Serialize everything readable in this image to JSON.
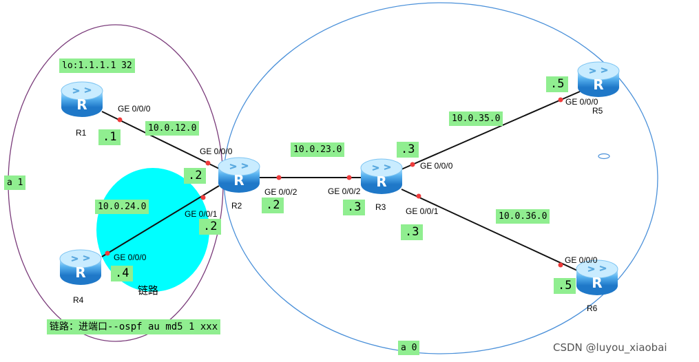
{
  "areas": {
    "area1_label": "a 1",
    "area0_label": "a 0"
  },
  "loopback": "lo:1.1.1.1 32",
  "routers": {
    "r1": {
      "name": "R1",
      "host": ".1"
    },
    "r2": {
      "name": "R2"
    },
    "r3": {
      "name": "R3"
    },
    "r4": {
      "name": "R4",
      "host": ".4"
    },
    "r5": {
      "name": "R5",
      "host": ".5"
    },
    "r6": {
      "name": "R6",
      "host": ".5"
    }
  },
  "networks": {
    "n12": "10.0.12.0",
    "n24": "10.0.24.0",
    "n23": "10.0.23.0",
    "n35": "10.0.35.0",
    "n36": "10.0.36.0"
  },
  "hosts": {
    "r2_n12": ".2",
    "r2_n24": ".2",
    "r2_n23": ".2",
    "r3_n23": ".3",
    "r3_n35": ".3",
    "r3_n36": ".3"
  },
  "interfaces": {
    "r1_ge000": "GE 0/0/0",
    "r2_ge000": "GE 0/0/0",
    "r2_ge001": "GE 0/0/1",
    "r2_ge002": "GE 0/0/2",
    "r3_ge002": "GE 0/0/2",
    "r3_ge000": "GE 0/0/0",
    "r3_ge001": "GE 0/0/1",
    "r4_ge000": "GE 0/0/0",
    "r5_ge000": "GE 0/0/0",
    "r6_ge000": "GE 0/0/0"
  },
  "link_label": "链路",
  "auth_note": "链路：进端口--ospf au md5 1 xxx",
  "watermark": "CSDN @luyou_xiaobai",
  "colors": {
    "area1_border": "#7a3b7a",
    "area0_border": "#4a90d9",
    "link_area": "#00ffff",
    "label_bg": "#90ee90",
    "port_dot": "#ee3b3b",
    "router_body": "#3aa0e6"
  }
}
